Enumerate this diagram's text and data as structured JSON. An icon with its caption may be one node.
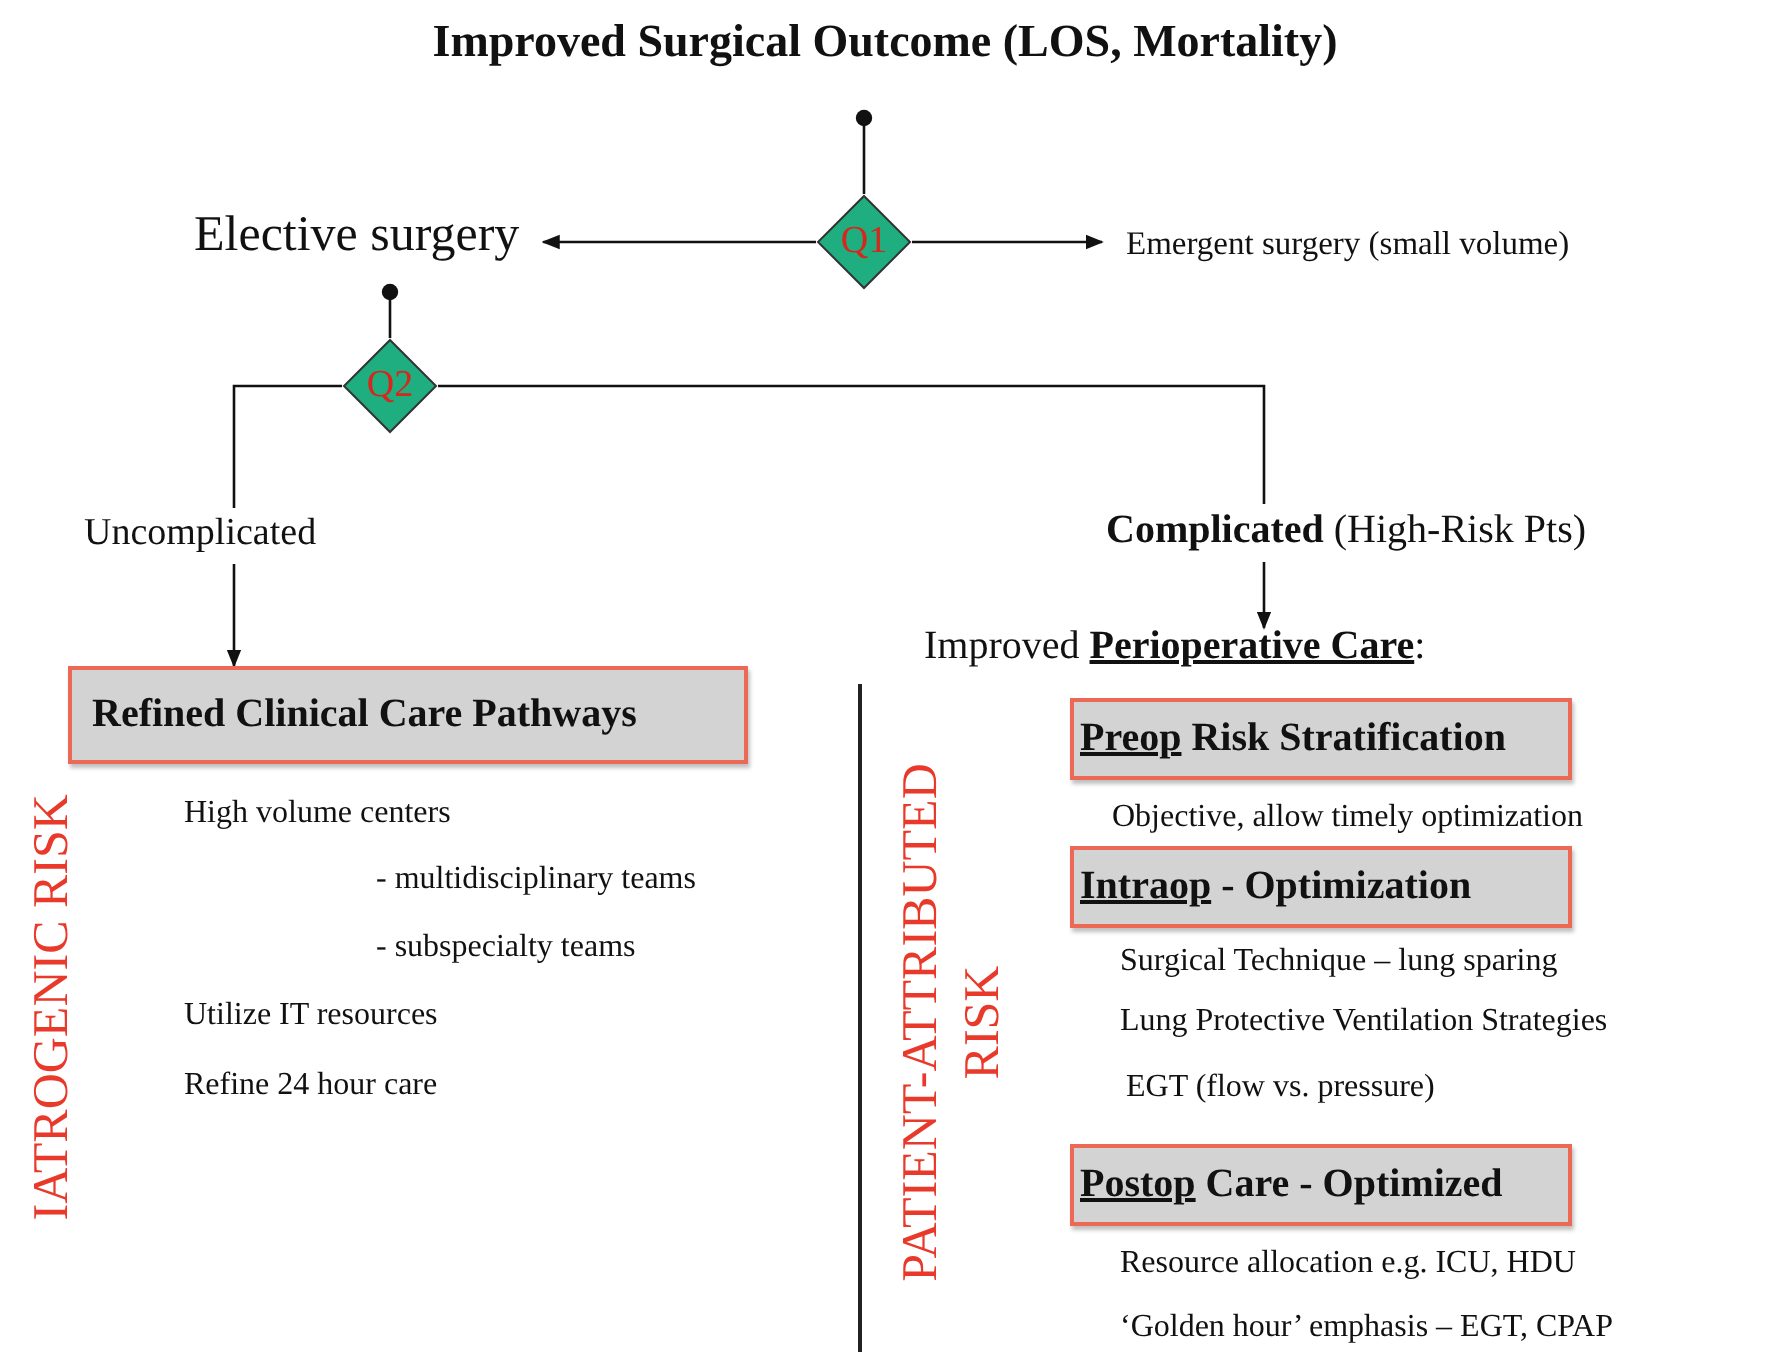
{
  "diagram": {
    "title": "Improved Surgical Outcome (LOS, Mortality)",
    "nodes": [
      {
        "text": [
          "Q1"
        ]
      },
      {
        "text": [
          "Elective surgery"
        ]
      },
      {
        "text": [
          "Emergent surgery (small volume)"
        ]
      },
      {
        "text": [
          "Q2"
        ]
      },
      {
        "text": [
          "Uncomplicated"
        ]
      },
      {
        "text": [
          "**Complicated** (High-Risk Pts)"
        ]
      },
      {
        "text": [
          "Refined Clinical Care Pathways"
        ]
      },
      {
        "text": [
          "Improved **Perioperative Care**:"
        ]
      },
      {
        "text": [
          "*Preop* Risk Stratification"
        ]
      },
      {
        "text": [
          "*Intraop* - Optimization"
        ]
      },
      {
        "text": [
          "*Postop* Care - Optimized"
        ]
      }
    ],
    "edges": [
      {
        "from": 0,
        "to": 1,
        "arrow": "to"
      },
      {
        "from": 0,
        "to": 2,
        "arrow": "to"
      },
      {
        "from": null,
        "to": 0,
        "arrow": "other"
      },
      {
        "from": 1,
        "to": 3,
        "arrow": "other"
      },
      {
        "from": 3,
        "to": 4,
        "arrow": "none"
      },
      {
        "from": 3,
        "to": 5,
        "arrow": "none"
      },
      {
        "from": 4,
        "to": 6,
        "arrow": "to"
      },
      {
        "from": 5,
        "to": 7,
        "arrow": "to"
      }
    ],
    "labels": [
      "High volume centers",
      "- multidisciplinary teams",
      "- subspecialty teams",
      "Utilize IT resources",
      "Refine 24 hour care",
      "IATROGENIC RISK",
      "PATIENT-ATTRIBUTED RISK",
      "Objective, allow timely optimization",
      "Surgical Technique – lung sparing",
      "Lung Protective Ventilation Strategies",
      "EGT (flow vs. pressure)",
      "Resource allocation e.g. ICU,  HDU",
      "‘Golden hour’ emphasis – EGT, CPAP"
    ]
  }
}
